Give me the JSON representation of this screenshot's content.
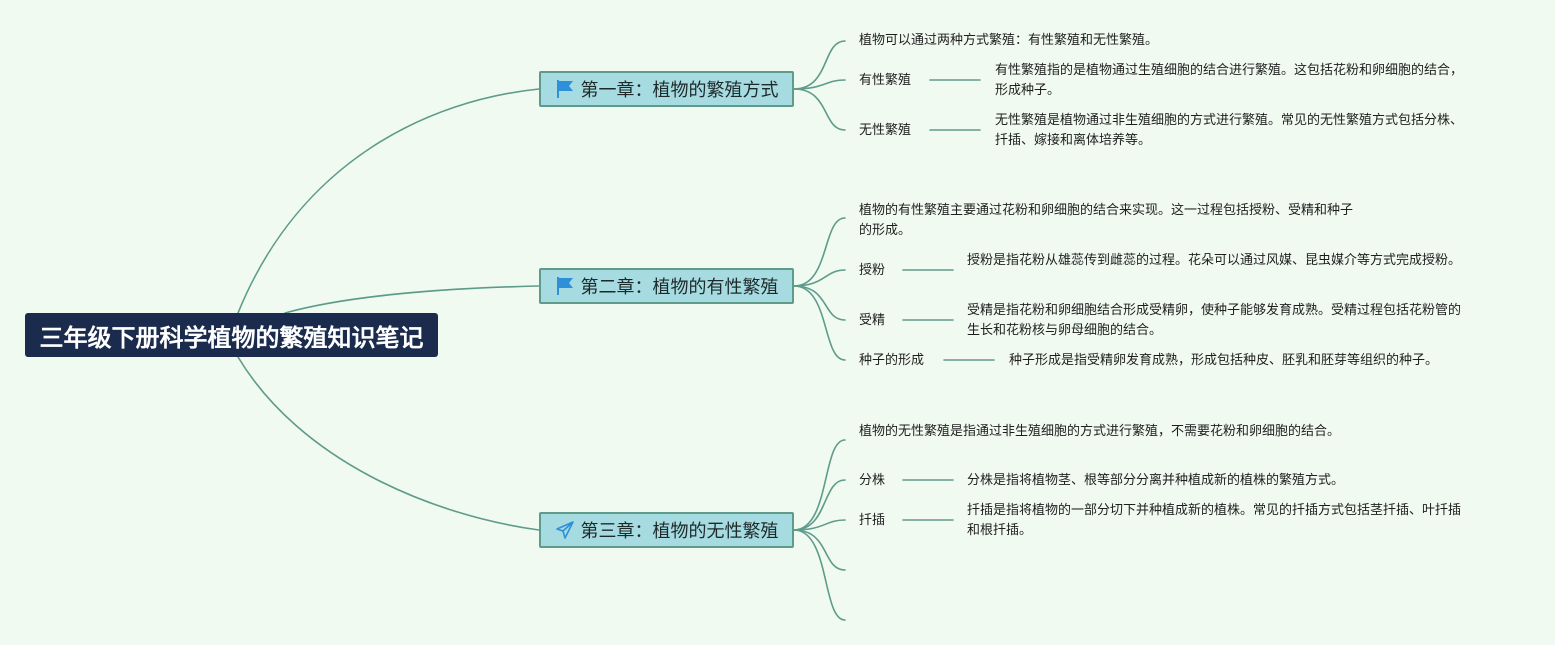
{
  "root": {
    "title": "三年级下册科学植物的繁殖知识笔记"
  },
  "chapters": [
    {
      "title": "第一章：植物的繁殖方式",
      "icon": "flag-icon",
      "summary": "植物可以通过两种方式繁殖：有性繁殖和无性繁殖。",
      "items": [
        {
          "label": "有性繁殖",
          "detail": "有性繁殖指的是植物通过生殖细胞的结合进行繁殖。这包括花粉和卵细胞的结合，形成种子。"
        },
        {
          "label": "无性繁殖",
          "detail": "无性繁殖是植物通过非生殖细胞的方式进行繁殖。常见的无性繁殖方式包括分株、扦插、嫁接和离体培养等。"
        }
      ]
    },
    {
      "title": "第二章：植物的有性繁殖",
      "icon": "flag-icon",
      "summary": "植物的有性繁殖主要通过花粉和卵细胞的结合来实现。这一过程包括授粉、受精和种子的形成。",
      "items": [
        {
          "label": "授粉",
          "detail": "授粉是指花粉从雄蕊传到雌蕊的过程。花朵可以通过风媒、昆虫媒介等方式完成授粉。"
        },
        {
          "label": "受精",
          "detail": "受精是指花粉和卵细胞结合形成受精卵，使种子能够发育成熟。受精过程包括花粉管的生长和花粉核与卵母细胞的结合。"
        },
        {
          "label": "种子的形成",
          "detail": "种子形成是指受精卵发育成熟，形成包括种皮、胚乳和胚芽等组织的种子。"
        }
      ]
    },
    {
      "title": "第三章：植物的无性繁殖",
      "icon": "paper-plane-icon",
      "summary": "植物的无性繁殖是指通过非生殖细胞的方式进行繁殖，不需要花粉和卵细胞的结合。",
      "items": [
        {
          "label": "分株",
          "detail": "分株是指将植物茎、根等部分分离并种植成新的植株的繁殖方式。"
        },
        {
          "label": "扦插",
          "detail": "扦插是指将植物的一部分切下并种植成新的植株。常见的扦插方式包括茎扦插、叶扦插和根扦插。"
        }
      ]
    }
  ],
  "colors": {
    "background": "#f0faf1",
    "root": "#1a2b4e",
    "chapter_fill": "#a6dbe1",
    "chapter_border": "#5e9b8b",
    "link": "#5e9b8b",
    "icon": "#2f8fd8"
  }
}
